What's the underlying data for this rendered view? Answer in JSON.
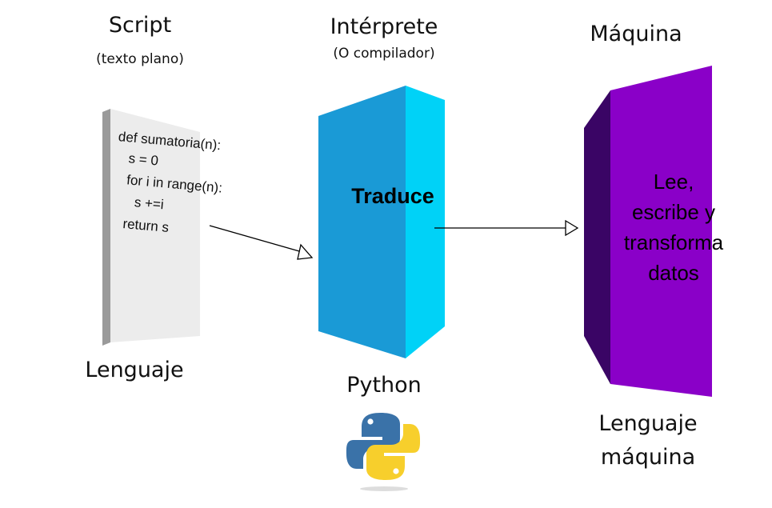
{
  "script": {
    "title": "Script",
    "subtitle": "(texto plano)",
    "code_lines": [
      "def sumatoria(n):",
      "s = 0",
      "for i in range(n):",
      "s +=i",
      "return s"
    ],
    "bottom_label": "Lenguaje"
  },
  "interpreter": {
    "title": "Intérprete",
    "subtitle": "(O compilador)",
    "center_label": "Traduce",
    "bottom_label": "Python",
    "logo": "python-logo-icon",
    "colors": {
      "front": "#1a9ad6",
      "side": "#00d2f7"
    }
  },
  "machine": {
    "title": "Máquina",
    "center_lines": [
      "Lee,",
      "escribe y",
      "transforma",
      "datos"
    ],
    "bottom_lines": [
      "Lenguaje",
      "máquina"
    ],
    "colors": {
      "front": "#8a00c8",
      "side": "#3a0565"
    }
  },
  "colors": {
    "page_front": "#ececec",
    "page_side": "#9a9a9a",
    "arrow": "#000000"
  }
}
